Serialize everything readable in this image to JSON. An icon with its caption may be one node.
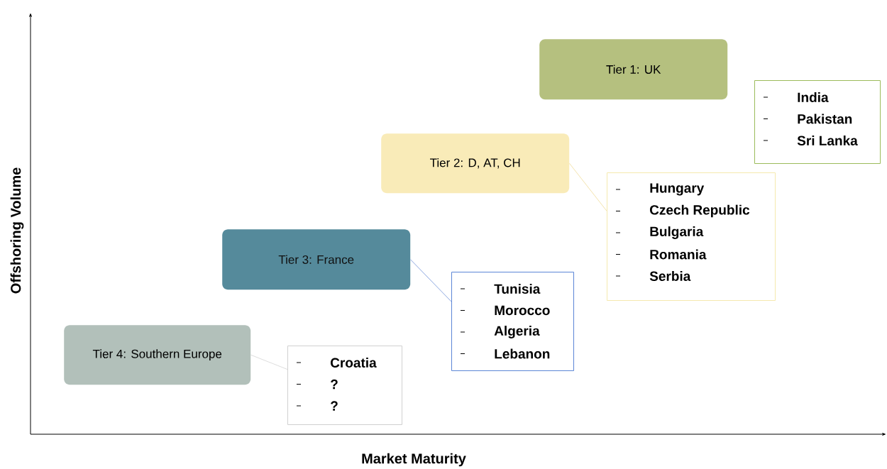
{
  "diagram": {
    "nodes": [
      {
        "text": [
          "Tier 1: UK"
        ]
      },
      {
        "text": [
          "India",
          "Pakistan",
          "Sri Lanka"
        ]
      },
      {
        "text": [
          "Tier 2: D, AT, CH"
        ]
      },
      {
        "text": [
          "Hungary",
          "Czech Republic",
          "Bulgaria",
          "Romania",
          "Serbia"
        ]
      },
      {
        "text": [
          "Tier 3: France"
        ]
      },
      {
        "text": [
          "Tunisia",
          "Morocco",
          "Algeria",
          "Lebanon"
        ]
      },
      {
        "text": [
          "Tier 4: Southern Europe"
        ]
      },
      {
        "text": [
          "Croatia",
          "?",
          "?"
        ]
      }
    ],
    "edges": [
      {
        "from": 2,
        "to": 3,
        "arrow": "none",
        "color": "#f0dc98"
      },
      {
        "from": 4,
        "to": 5,
        "arrow": "none",
        "color": "#6f90d8"
      },
      {
        "from": 6,
        "to": 7,
        "arrow": "none",
        "color": "#d4d4d4"
      }
    ],
    "labels": [
      "Offshoring Volume",
      "Market Maturity"
    ]
  }
}
